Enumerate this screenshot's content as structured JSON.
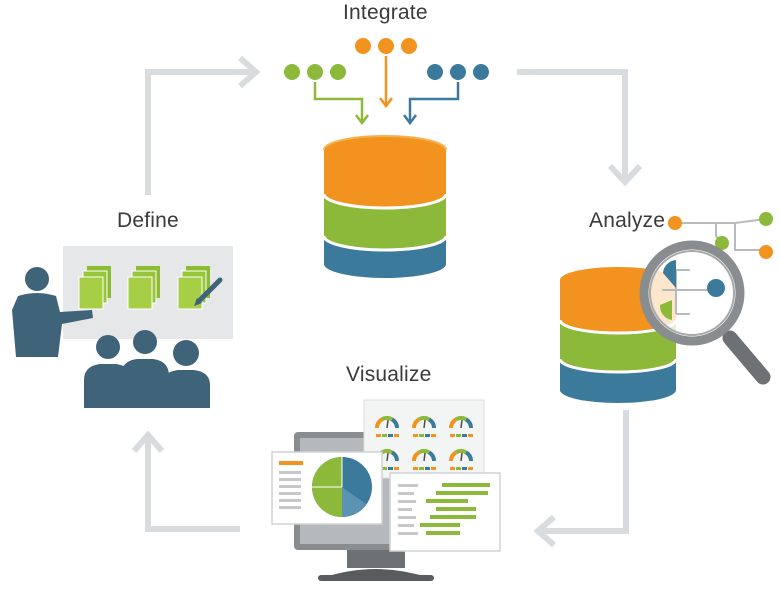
{
  "stages": {
    "integrate": "Integrate",
    "define": "Define",
    "analyze": "Analyze",
    "visualize": "Visualize"
  },
  "colors": {
    "orange": "#f2921f",
    "green": "#8db93a",
    "blue": "#3c7a9c",
    "slate": "#3f6479",
    "arrow_gray": "#d9dcdf",
    "doc_green": "#a6cf46",
    "panel_gray": "#e6e7e8",
    "monitor_gray": "#8a8d8f"
  },
  "icons": [
    "database-icon",
    "presenter-icon",
    "audience-icon",
    "magnifier-icon",
    "dashboard-monitor-icon",
    "pie-chart-icon",
    "gauge-icon",
    "bar-chart-icon",
    "tree-diagram-icon"
  ]
}
